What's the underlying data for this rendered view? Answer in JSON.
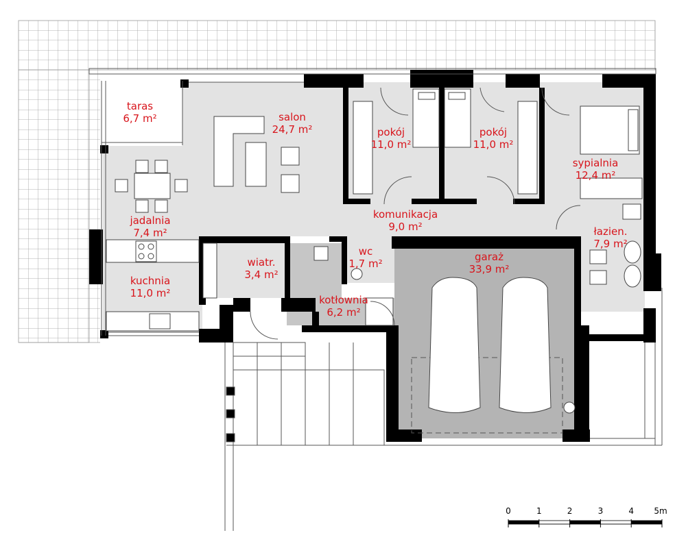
{
  "colors": {
    "label": "#d8141b",
    "wall": "#000000",
    "floor_light": "#e3e3e3",
    "floor_dark": "#b4b4b4",
    "grid": "#9a9a9a"
  },
  "rooms": [
    {
      "id": "taras",
      "name": "taras",
      "area": "6,7 m²"
    },
    {
      "id": "salon",
      "name": "salon",
      "area": "24,7 m²"
    },
    {
      "id": "pokoj1",
      "name": "pokój",
      "area": "11,0 m²"
    },
    {
      "id": "pokoj2",
      "name": "pokój",
      "area": "11,0 m²"
    },
    {
      "id": "sypialnia",
      "name": "sypialnia",
      "area": "12,4 m²"
    },
    {
      "id": "jadalnia",
      "name": "jadalnia",
      "area": "7,4 m²"
    },
    {
      "id": "komunikacja",
      "name": "komunikacja",
      "area": "9,0 m²"
    },
    {
      "id": "lazienka",
      "name": "łazien.",
      "area": "7,9 m²"
    },
    {
      "id": "wc",
      "name": "wc",
      "area": "1,7 m²"
    },
    {
      "id": "garaz",
      "name": "garaż",
      "area": "33,9 m²"
    },
    {
      "id": "wiatrolap",
      "name": "wiatr.",
      "area": "3,4 m²"
    },
    {
      "id": "kuchnia",
      "name": "kuchnia",
      "area": "11,0 m²"
    },
    {
      "id": "kotlownia",
      "name": "kotłownia",
      "area": "6,2 m²"
    }
  ],
  "scale_bar": {
    "labels": [
      "0",
      "1",
      "2",
      "3",
      "4",
      "5m"
    ]
  }
}
